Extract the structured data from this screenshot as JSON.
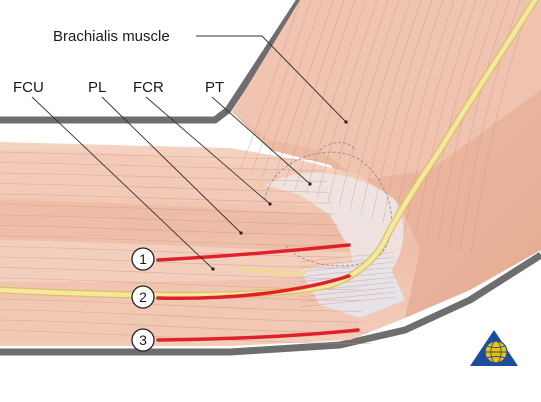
{
  "diagram": {
    "labels": {
      "brachialis": "Brachialis muscle",
      "fcu": "FCU",
      "pl": "PL",
      "fcr": "FCR",
      "pt": "PT"
    },
    "markers": [
      "1",
      "2",
      "3"
    ],
    "colors": {
      "muscle": "#f1c9b6",
      "muscle_dark": "#e3a98f",
      "fiber": "#c98f78",
      "nerve": "#f4e08a",
      "tendon": "#e9e6ea",
      "incision": "#e0202a",
      "outline": "#6e6e6e",
      "leader": "#333333"
    },
    "logo": "ao-foundation-logo"
  }
}
